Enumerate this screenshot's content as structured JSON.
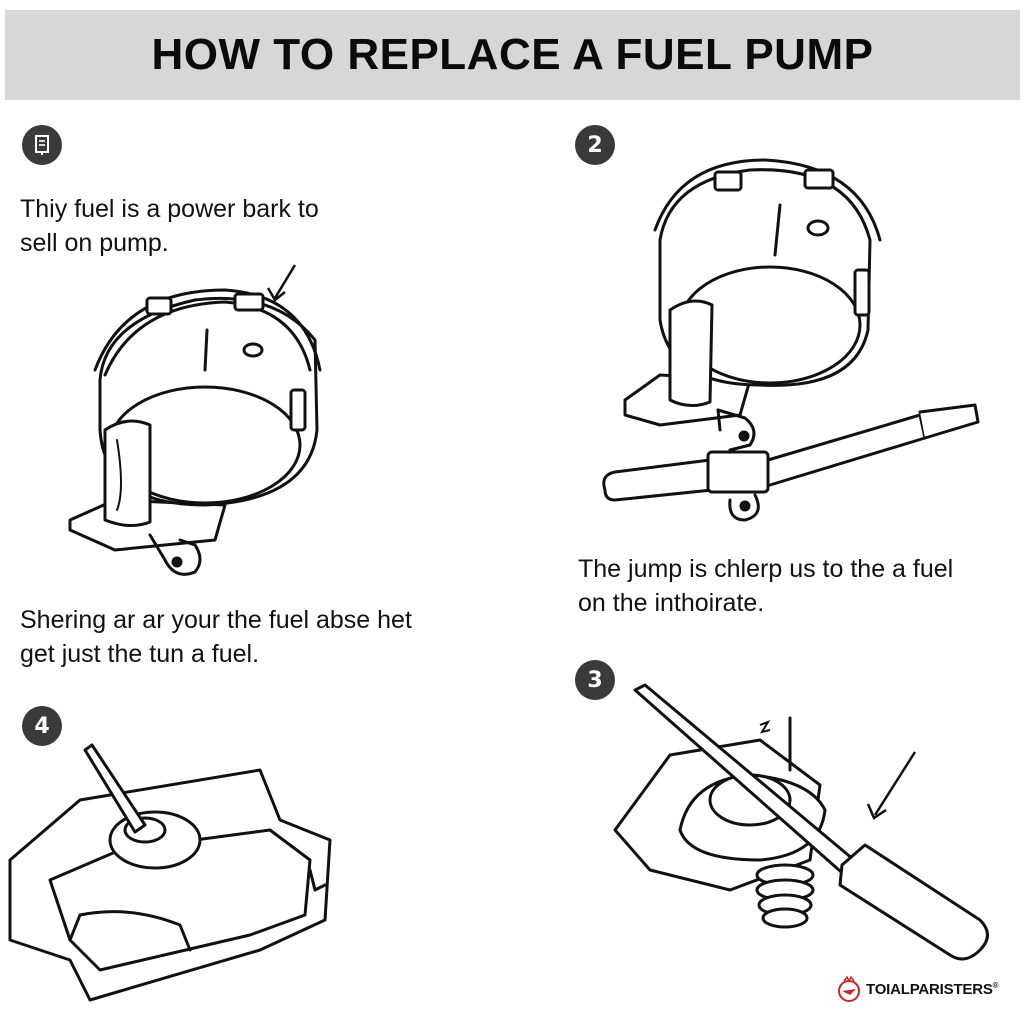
{
  "header": {
    "title": "HOW TO REPLACE A FUEL PUMP"
  },
  "steps": [
    {
      "badge": "",
      "caption": "Thiy fuel is a power bark to\nsell on pump.",
      "icon": "page-icon"
    },
    {
      "badge": "2",
      "caption": "The jump is chlerp us to the a fuel\non the inthoirate."
    },
    {
      "badge": "3",
      "caption": ""
    },
    {
      "badge": "4",
      "caption": ""
    }
  ],
  "notes": {
    "middle_left": "Shering ar ar your the fuel abse het\nget just the tun a fuel."
  },
  "brand": {
    "name": "TOIALPARISTERS",
    "mark": "®",
    "logo_color": "#c62828"
  }
}
